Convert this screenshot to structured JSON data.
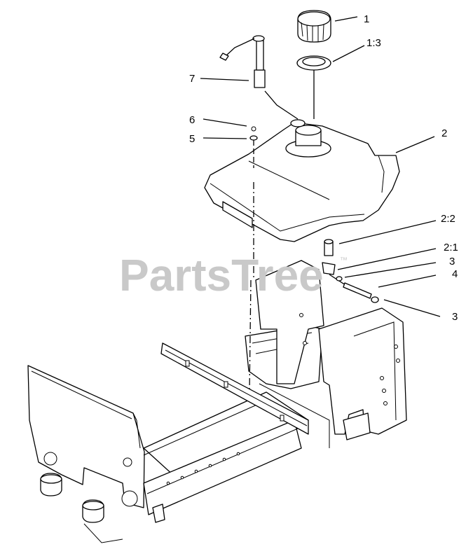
{
  "watermark": {
    "text": "PartsTree",
    "trademark": "™"
  },
  "callouts": {
    "c1": "1",
    "c1_3": "1:3",
    "c7": "7",
    "c6": "6",
    "c5": "5",
    "c2": "2",
    "c2_2": "2:2",
    "c2_1": "2:1",
    "c3a": "3",
    "c4": "4",
    "c3b": "3"
  },
  "colors": {
    "line": "#000000",
    "watermark": "#c9c9c9",
    "background": "#ffffff"
  }
}
